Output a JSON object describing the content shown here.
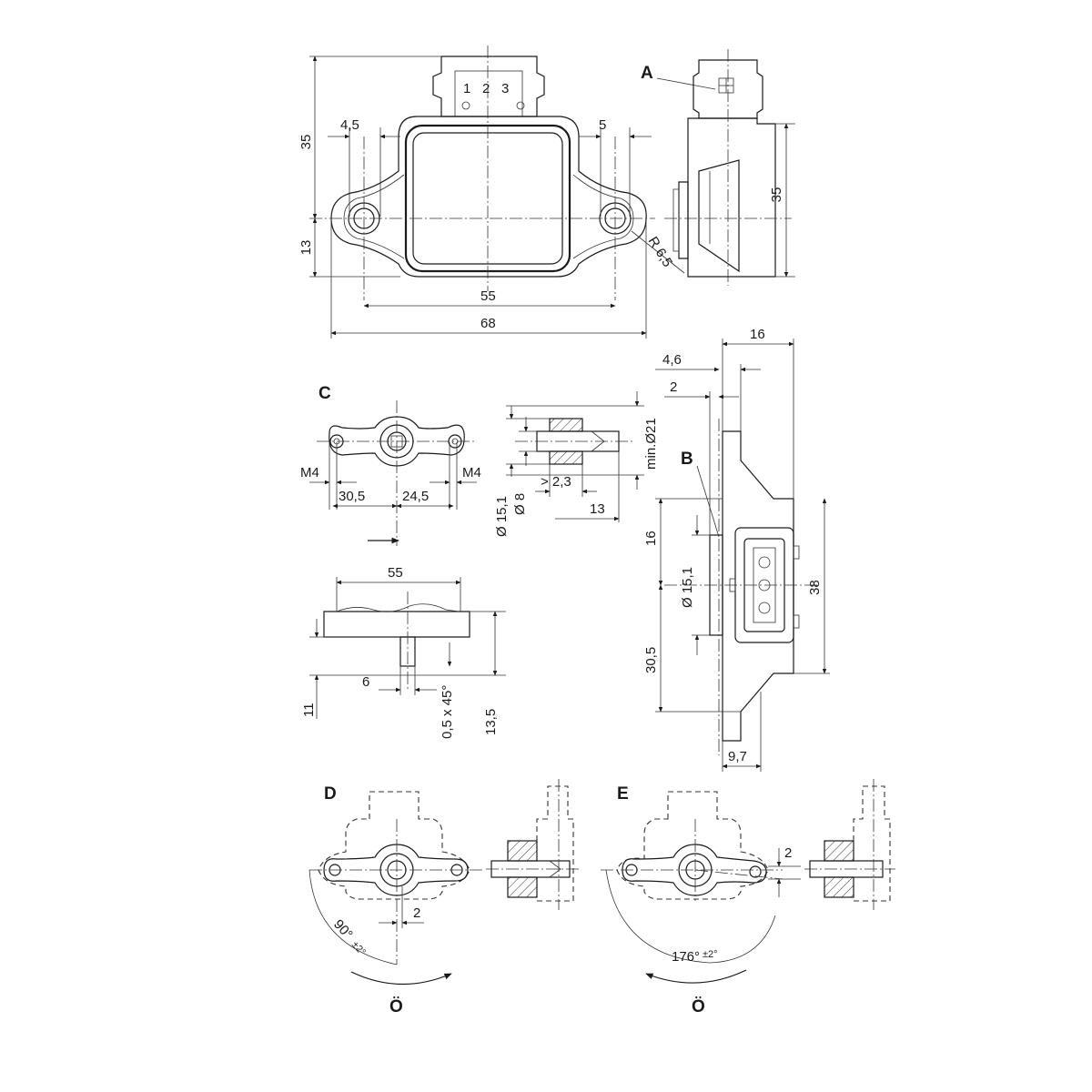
{
  "connector_pins": [
    "1",
    "2",
    "3"
  ],
  "labels": {
    "A": "A",
    "B": "B",
    "C": "C",
    "D": "D",
    "E": "E",
    "rot_symbol_d": "Ö",
    "rot_symbol_e": "Ö"
  },
  "top_view": {
    "d35": "35",
    "d13": "13",
    "d4_5": "4,5",
    "d5": "5",
    "d55": "55",
    "d68": "68",
    "r6_5": "R 6,5"
  },
  "side_view": {
    "d35": "35"
  },
  "view_c": {
    "m4_left": "M4",
    "m4_right": "M4",
    "d30_5": "30,5",
    "d24_5": "24,5"
  },
  "shaft_detail": {
    "min_d21": "min.Ø21",
    "d15_1": "Ø 15,1",
    "d8": "Ø 8",
    "d2_3": "> 2,3",
    "d13": "13"
  },
  "bottom_view": {
    "d55": "55",
    "d11": "11",
    "d6": "6",
    "chamfer": "0,5 x 45°",
    "d13_5": "13,5"
  },
  "right_view": {
    "d16": "16",
    "d4_6": "4,6",
    "d2": "2",
    "d16_v": "16",
    "d15_1": "Ø 15,1",
    "d38": "38",
    "d30_5": "30,5",
    "d9_7": "9,7"
  },
  "view_d": {
    "d2": "2",
    "angle": "90°",
    "tol": "±2°"
  },
  "view_e": {
    "d2": "2",
    "angle": "176°",
    "tol": "±2°"
  }
}
